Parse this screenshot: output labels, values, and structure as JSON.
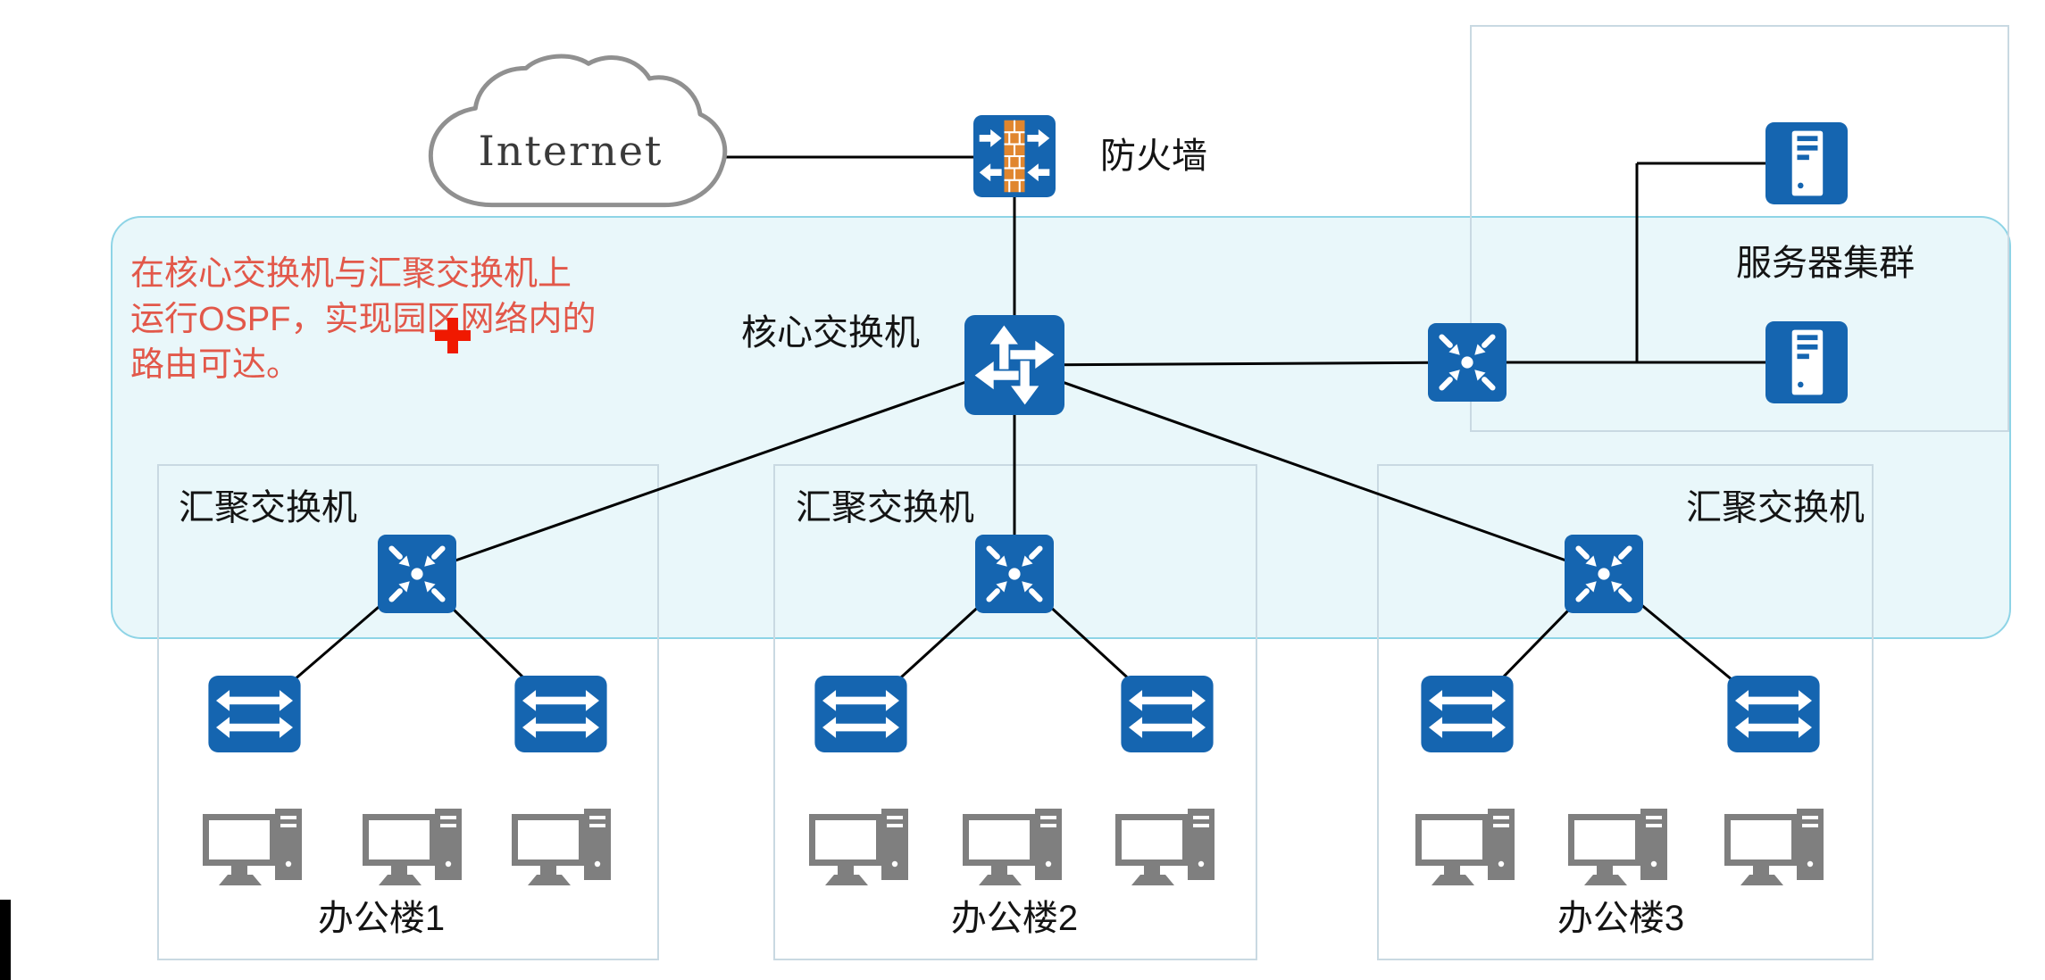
{
  "colors": {
    "device_blue": "#1565b0",
    "brick_orange": "#e0862f",
    "zone_fill": "#e9f7fa",
    "zone_border": "#8ed4e6",
    "box_border": "#c9d9e2",
    "note_red": "#e2584a",
    "line_color": "#000000",
    "pc_gray": "#7f7f7f",
    "cloud_stroke": "#909090"
  },
  "icons": {
    "cloud": "internet-cloud-icon",
    "firewall": "firewall-brick-icon",
    "core": "router-arrows-icon",
    "aggregation": "hub-converging-arrows-icon",
    "access": "switch-double-arrows-icon",
    "server": "server-tower-icon",
    "pc": "desktop-computer-icon",
    "cursor": "red-plus-cursor"
  },
  "internet": {
    "label": "Internet"
  },
  "firewall": {
    "label": "防火墙"
  },
  "core_switch": {
    "label": "核心交换机"
  },
  "ospf_note": {
    "lines": [
      "在核心交换机与汇聚交换机上",
      "运行OSPF，实现园区网络内的",
      "路由可达。"
    ]
  },
  "server_cluster": {
    "label": "服务器集群"
  },
  "zones": [
    {
      "switch_label": "汇聚交换机",
      "building_label": "办公楼1"
    },
    {
      "switch_label": "汇聚交换机",
      "building_label": "办公楼2"
    },
    {
      "switch_label": "汇聚交换机",
      "building_label": "办公楼3"
    }
  ]
}
